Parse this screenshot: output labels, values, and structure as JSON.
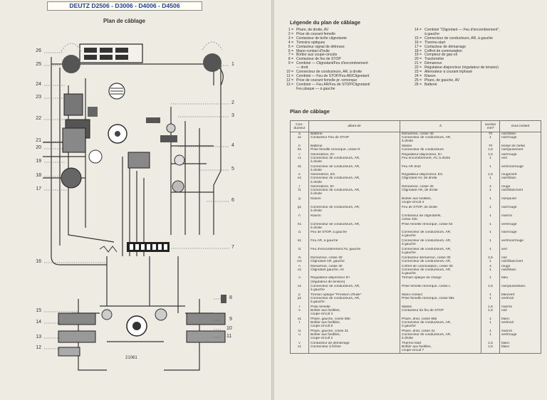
{
  "left_page": {
    "header": "DEUTZ D2506 - D3006 - D4006 - D4506",
    "title": "Plan de câblage",
    "drawing_number": "21061",
    "callouts_left": [
      "26",
      "25",
      "24",
      "23",
      "22",
      "21",
      "20",
      "19",
      "18",
      "17",
      "16",
      "15",
      "14",
      "13",
      "12"
    ],
    "callouts_right": [
      "1",
      "2",
      "3",
      "4",
      "5",
      "6",
      "7",
      "8",
      "9",
      "10",
      "11"
    ]
  },
  "right_page": {
    "legend_title": "Légende du plan de câblage",
    "legend_left": [
      {
        "n": "1 =",
        "t": "Phare, de droite, AV"
      },
      {
        "n": "2 =",
        "t": "Prise de courant femelle"
      },
      {
        "n": "3 =",
        "t": "Contacteur de boîte clignotante"
      },
      {
        "n": "4 =",
        "t": "Témoins optiques"
      },
      {
        "n": "5 =",
        "t": "Contacteur signal de détresse"
      },
      {
        "n": "6 =",
        "t": "Mano-contact d'huile"
      },
      {
        "n": "7 =",
        "t": "Boîtier aux coupe-circuits"
      },
      {
        "n": "8 =",
        "t": "Contacteur de feu de STOP"
      },
      {
        "n": "9 =",
        "t": "Combiné — Clignotant/Feu d'encombrement"
      },
      {
        "n": "",
        "t": "— droit"
      },
      {
        "n": "10 =",
        "t": "Connecteur de conducteurs, AR, à droite"
      },
      {
        "n": "11 =",
        "t": "Combiné — Feu de STOP/Feu AR/Clignotant"
      },
      {
        "n": "12 =",
        "t": "Prise de courant femelle pr. remorque"
      },
      {
        "n": "13 =",
        "t": "Combiné — Feu AR/Feu de STOP/Clignotant/"
      },
      {
        "n": "",
        "t": "Feu plaque — à gauche"
      }
    ],
    "legend_right": [
      {
        "n": "14 =",
        "t": "Combiné \"Clignotant — Feu d'encombrement\","
      },
      {
        "n": "",
        "t": "à gauche"
      },
      {
        "n": "15 =",
        "t": "Connecteur de conducteurs, AR, à gauche"
      },
      {
        "n": "16 =",
        "t": "Thermo-start"
      },
      {
        "n": "17 =",
        "t": "Contacteur de démarrage"
      },
      {
        "n": "18 =",
        "t": "Coffret de commutation"
      },
      {
        "n": "19 =",
        "t": "Compteur de gas-oil"
      },
      {
        "n": "20 =",
        "t": "Tractomètre"
      },
      {
        "n": "21 =",
        "t": "Démarreur"
      },
      {
        "n": "22 =",
        "t": "Régulateur-disjoncteur (régulateur de tension)"
      },
      {
        "n": "23 =",
        "t": "Alternateur à courant triphasé"
      },
      {
        "n": "24 =",
        "t": "Klaxon"
      },
      {
        "n": "25 =",
        "t": "Phare, de gauche, AV"
      },
      {
        "n": "26 =",
        "t": "Batterie"
      }
    ],
    "table_title": "Plan de câblage",
    "table": {
      "headers": [
        "Con-\nducteur",
        "allant de",
        "à",
        "section\nmm²",
        "sous isolant"
      ],
      "rows": [
        {
          "c": "a\na1",
          "f": "Batterie\nContacteur Feu de STOP",
          "t": "Démarreur, cosse 30\nConnecteur de conducteurs, AR,\nà droite",
          "s": "70\n1",
          "i": "noir/blanc\nnoir/rouge"
        },
        {
          "c": "b\nb1",
          "f": "Batterie\nPrise femelle remorque, cosse R",
          "t": "Masse\nConnecteur de conducteurs",
          "s": "70\n1,5",
          "i": "tresse de métal\nnoir/jaune/vert"
        },
        {
          "c": "c\nc1",
          "f": "Génératrice, D+\nConnecteur de conducteurs, AR,\nà droite",
          "t": "Régulateur-disjoncteur, D+\nFeu encombrement, AV, à droite",
          "s": "1,5\n1",
          "i": "noir/rouge\nvert"
        },
        {
          "c": "d1",
          "f": "Connecteur de conducteurs, AR,\nà droite",
          "t": "Feu AR droit",
          "s": "1",
          "i": "vert/noir/rouge"
        },
        {
          "c": "e\ne1",
          "f": "Génératrice, EX.\nConnecteur de conducteurs, AR,\nà droite",
          "t": "Régulateur-disjoncteur, EX.\nClignotant AV, de droite",
          "s": "1,5\n1",
          "i": "rouge/vert\nnoir/blanc"
        },
        {
          "c": "f\nf1",
          "f": "Génératrice, B+\nConnecteur de conducteurs, AR,\nà droite",
          "t": "Démarreur, cosse 30\nClignotant AR, de droite",
          "s": "4\n1",
          "i": "rouge\nnoir/blanc/vert"
        },
        {
          "c": "g",
          "f": "Klaxon",
          "t": "Boîtier aux fusibles,\ncoupe-circuit 4",
          "s": "1",
          "i": "noir/jaune"
        },
        {
          "c": "g1",
          "f": "Connecteur de conducteurs, AR,\nà droite",
          "t": "Feu de STOP, de droite",
          "s": "1",
          "i": "noir/rouge"
        },
        {
          "c": "h",
          "f": "Klaxon",
          "t": "Contacteur de clignotants,\ncosse 31b",
          "s": "1",
          "i": "marron"
        },
        {
          "c": "h1",
          "f": "Connecteur de conducteurs, AR,\nà droite",
          "t": "Prise femelle remorque, cosse 54",
          "s": "1",
          "i": "vert/rouge"
        },
        {
          "c": "i1",
          "f": "Feu de STOP, à gauche",
          "t": "Connecteur de conducteurs, AR,\nà gauche",
          "s": "1",
          "i": "noir/rouge"
        },
        {
          "c": "k1",
          "f": "Feu AR, à gauche",
          "t": "Connecteur de conducteurs, AR,\nà gauche",
          "s": "1",
          "i": "vert/noir/rouge"
        },
        {
          "c": "l1",
          "f": "Feu d'encombrement AV, gauche",
          "t": "Connecteur de conducteurs, AR,\nà gauche",
          "s": "1",
          "i": "vert"
        },
        {
          "c": "m\nm1",
          "f": "Démarreur, cosse 30\nClignotant AR, gauche",
          "t": "Contacteur démarreur, cosse 30\nConnecteur de conducteurs, AR,",
          "s": "2,5\n1",
          "i": "noir\nnoir/blanc/vert"
        },
        {
          "c": "n\nn1",
          "f": "Démarreur, cosse 30\nClignotant gauche, AV",
          "t": "Coffret de commutation, cosse 30\nConnecteur de conducteurs, AR,\nà gauche",
          "s": "4\n1",
          "i": "rouge\nnoir/blanc"
        },
        {
          "c": "o",
          "f": "Régulateur-disjoncteur D+\n(régulateur de tension)",
          "t": "Témoin optique de charge",
          "s": "1",
          "i": "bleu"
        },
        {
          "c": "o1",
          "f": "Connecteur de conducteurs, AR,\nà gauche",
          "t": "Prise femelle remorque, cosse L",
          "s": "1,5",
          "i": "noir/jaune/blanc"
        },
        {
          "c": "p\np1",
          "f": "Témoin optique \"Pression d'huile\"\nConnecteur de conducteurs, AR,\nà gauche",
          "t": "Mano-contact\nPrise femelle remorque, cosse 58L",
          "s": "1\n1",
          "i": "bleu/vert\nvert/noir"
        },
        {
          "c": "r\ns",
          "f": "Prise femelle\nBoîtier aux fusibles,\ncoupe-circuit 4",
          "t": "Masse\nContacteur du feu de STOP",
          "s": "1,5\n1,5",
          "i": "marron\nnoir"
        },
        {
          "c": "s1\nt",
          "f": "Phare, gauche, cosse 56b\nBoîtier aux fusibles,\ncoupe-circuit 6",
          "t": "Phare, droit, cosse 56b\nConnecteur de conducteurs, AR,\nà gauche",
          "s": "1\n1",
          "i": "blanc\nvert/noir"
        },
        {
          "c": "t1\nu",
          "f": "Phare, gauche, cosse 31\nBoîtier aux fusibles,\ncoupe-circuit 2",
          "t": "Phare, droit, cosse 31\nConnecteur de conducteurs, AR,\nà droite",
          "s": "1\n1",
          "i": "marron\nvert/rouge"
        },
        {
          "c": "v\nv1",
          "f": "Contacteur de démarrage\nConnecteur à fiches",
          "t": "Thermo-start\nBoîtier aux fusibles,\ncoupe-circuit 7",
          "s": "1,5\n1,5",
          "i": "blanc\nblanc"
        }
      ]
    }
  }
}
